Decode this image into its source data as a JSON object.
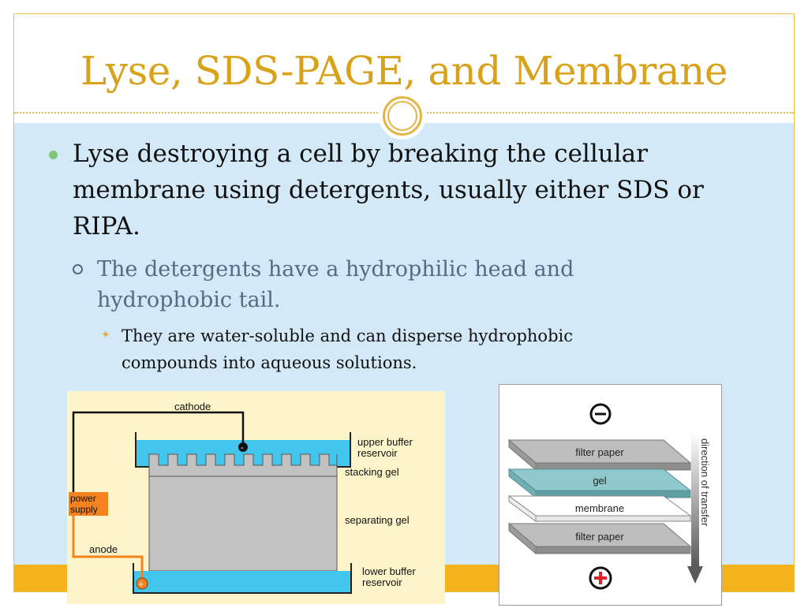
{
  "slide": {
    "title": "Lyse, SDS-PAGE, and Membrane",
    "bullet1": "Lyse destroying a cell by breaking the cellular membrane using detergents, usually either SDS or RIPA.",
    "bullet2": "The detergents have a hydrophilic head and hydrophobic tail.",
    "bullet3": "They are water-soluble and can disperse hydrophobic compounds into aqueous solutions."
  },
  "gel_diagram": {
    "cathode": "cathode",
    "anode": "anode",
    "power_supply_line1": "power",
    "power_supply_line2": "supply",
    "upper_buffer_line1": "upper buffer",
    "upper_buffer_line2": "reservoir",
    "stacking_gel": "stacking gel",
    "separating_gel": "separating gel",
    "lower_buffer_line1": "lower buffer",
    "lower_buffer_line2": "reservoir",
    "minus_sign": "-",
    "plus_sign": "+"
  },
  "transfer_diagram": {
    "layer1": "filter paper",
    "layer2": "gel",
    "layer3": "membrane",
    "layer4": "filter paper",
    "direction": "direction of transfer"
  },
  "colors": {
    "title": "#d9a21b",
    "content_bg": "#d4e9f7",
    "accent_band": "#f4b31b",
    "buffer_blue": "#43c6ee",
    "gel_gray": "#c2c2c2",
    "power_orange": "#f4821f"
  },
  "icons": {
    "bullet1": "filled-green-dot",
    "bullet2": "hollow-circle",
    "bullet3": "star-bullet",
    "minus": "minus-circle-icon",
    "plus": "plus-circle-icon"
  }
}
